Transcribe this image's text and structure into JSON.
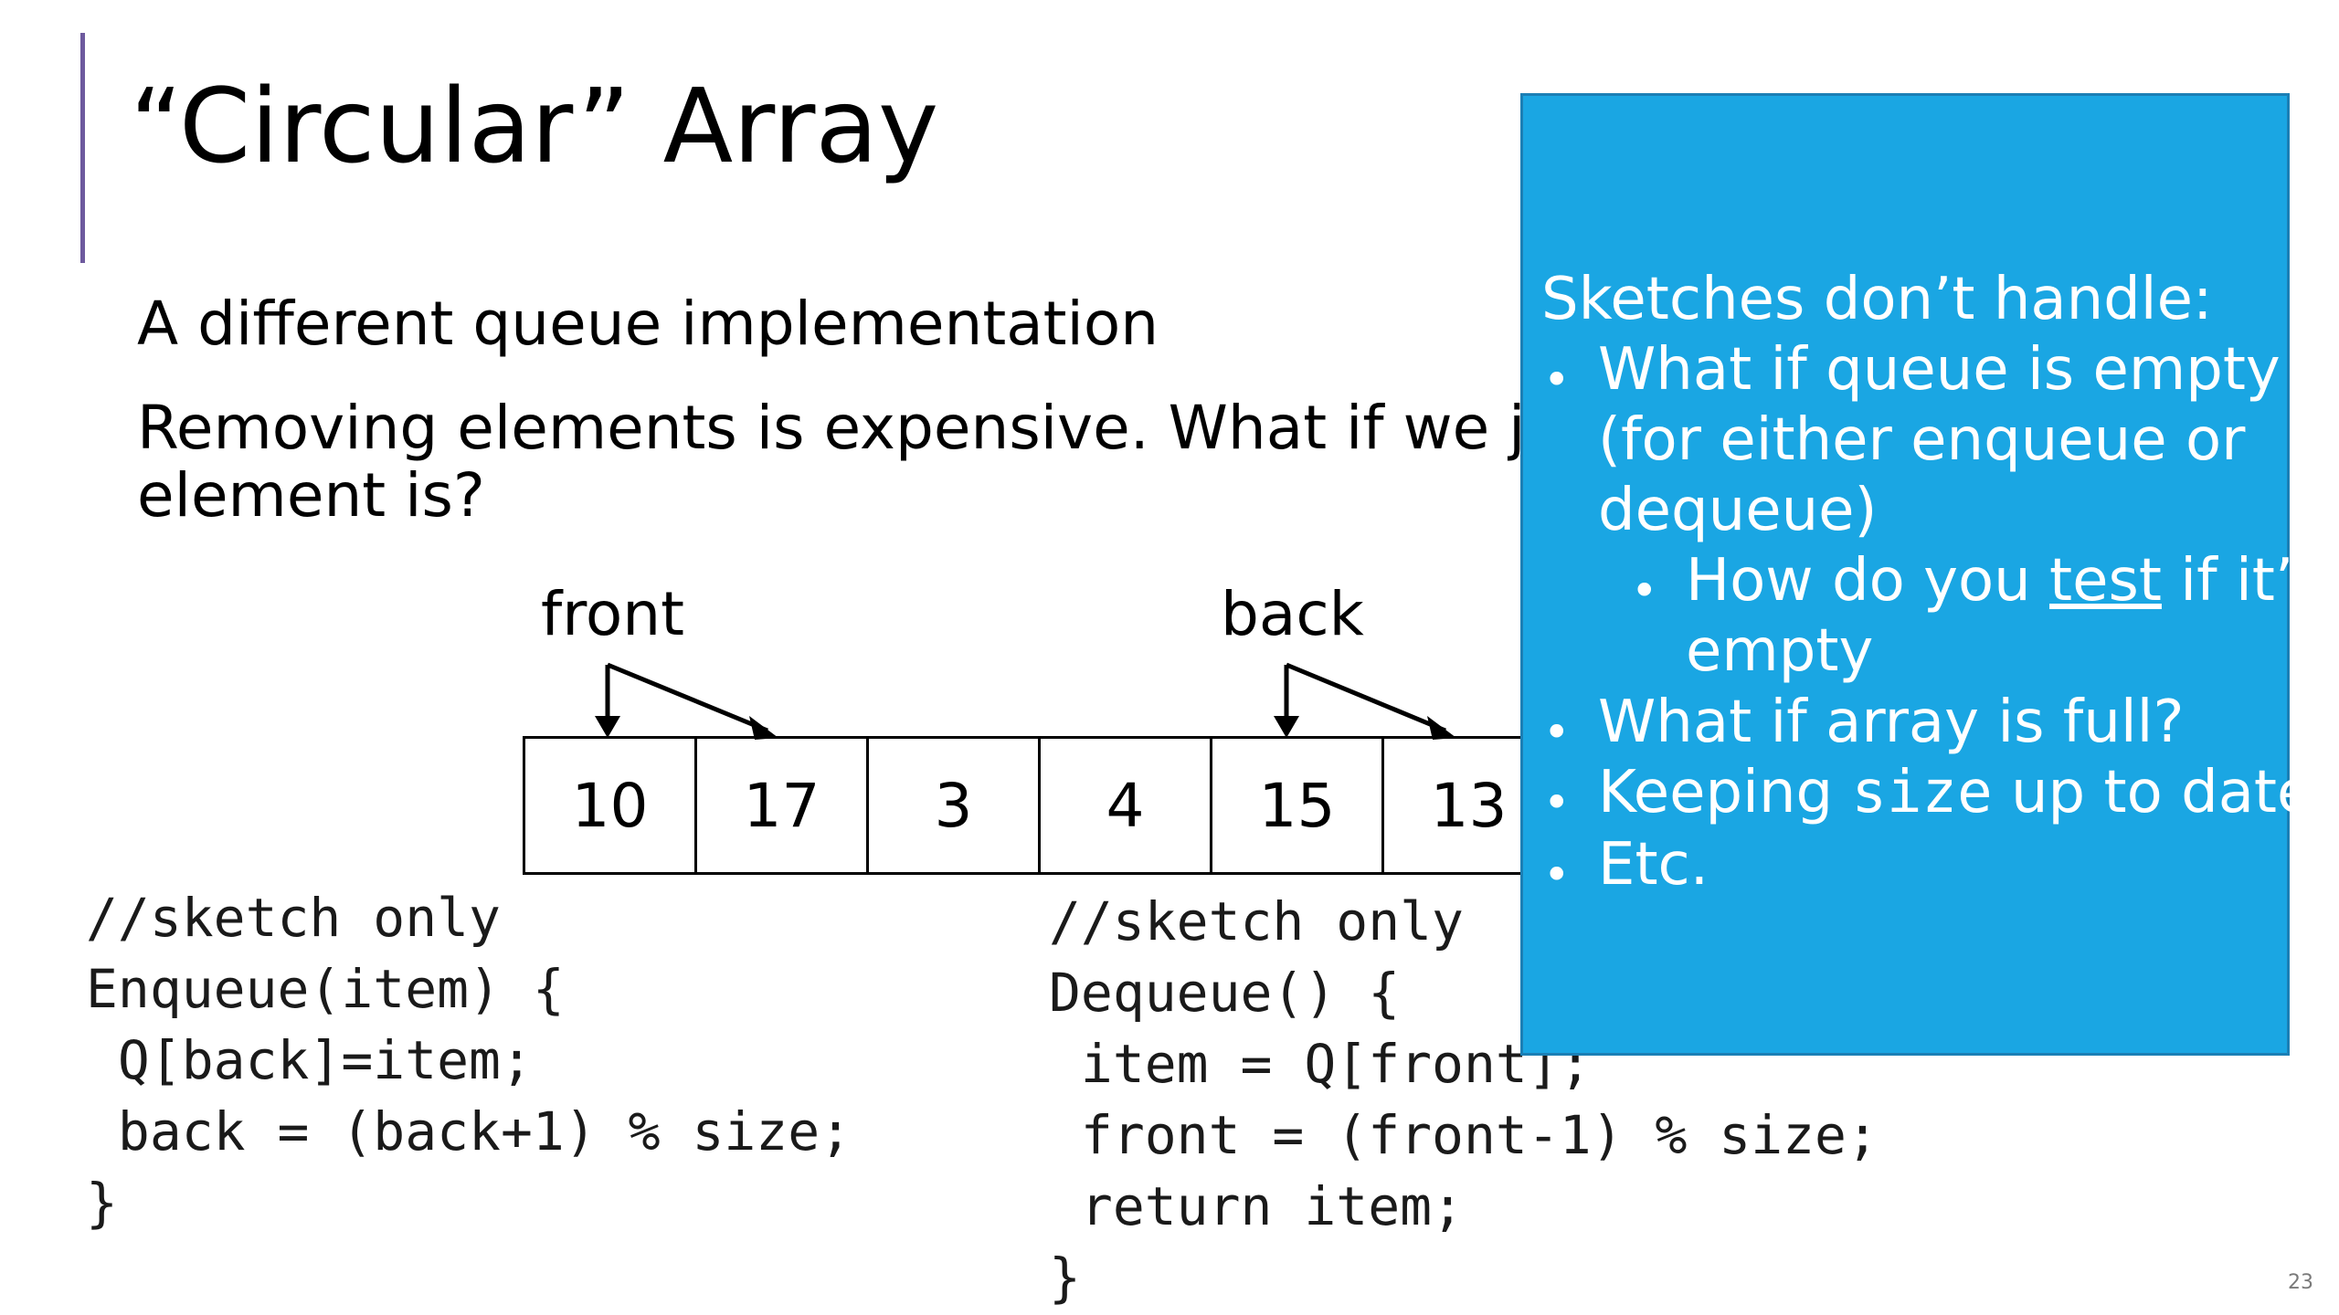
{
  "slide": {
    "title": "“Circular” Array",
    "line1": "A different queue implementation",
    "line2a": "Removing elements is expensive. What if we just re",
    "line2b": "element is?",
    "page_number": "23",
    "colors": {
      "accent_bar": "#6e5a9e",
      "callout_bg": "#1aa6e3"
    }
  },
  "diagram": {
    "front_label": "front",
    "back_label": "back",
    "cells": [
      "10",
      "17",
      "3",
      "4",
      "15",
      "13"
    ]
  },
  "code_left": [
    "//sketch only",
    "Enqueue(item) {",
    " Q[back]=item;",
    " back = (back+1) % size;",
    "}"
  ],
  "code_right": [
    "//sketch only",
    "Dequeue() {",
    " item = Q[front];",
    " front = (front-1) % size;",
    " return item;",
    "}"
  ],
  "callout": {
    "heading": "Sketches don’t handle:",
    "b1_l1": "What if queue is empty",
    "b1_l2": "(for either enqueue or",
    "b1_l3": "dequeue)",
    "sub_pre": "How do you ",
    "sub_test": "test",
    "sub_post": " if it’s",
    "sub_l2": "empty",
    "b2": "What if array is full?",
    "b3_pre": "Keeping ",
    "b3_code": "size",
    "b3_post": " up to date",
    "b4": "Etc.",
    "bullet": "•"
  }
}
